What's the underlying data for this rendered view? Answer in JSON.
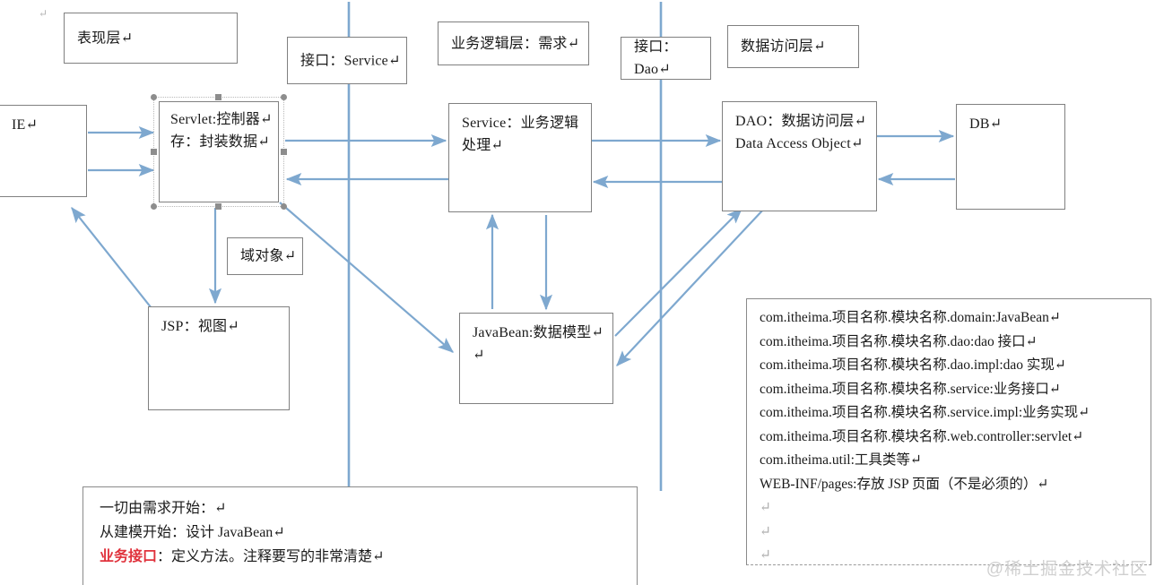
{
  "meta": {
    "title": "JavaWeb 三层架构图",
    "watermark": "@稀土掘金技术社区",
    "pilcrow": "↵"
  },
  "colors": {
    "arrow": "#7ea8cf",
    "box_border": "#808080",
    "accent_red": "#e0323c",
    "watermark": "#cfcfcf",
    "handle": "#8d8d8d",
    "background": "#ffffff"
  },
  "layer_labels": [
    {
      "id": "presentation",
      "text": "表现层↵"
    },
    {
      "id": "interface-service",
      "text": "接口：Service↵"
    },
    {
      "id": "business-logic",
      "text": "业务逻辑层：需求↵"
    },
    {
      "id": "interface-dao",
      "text": "接口：Dao↵"
    },
    {
      "id": "data-access",
      "text": "数据访问层↵"
    },
    {
      "id": "scope-object",
      "text": "域对象↵"
    }
  ],
  "nodes": [
    {
      "id": "ie",
      "text": "IE↵"
    },
    {
      "id": "servlet",
      "text": "Servlet:控制器↵\n存：封装数据↵",
      "selected": true
    },
    {
      "id": "service",
      "text": "Service：业务逻辑\n处理↵"
    },
    {
      "id": "dao",
      "text": "DAO：数据访问层↵\nData Access Object↵"
    },
    {
      "id": "db",
      "text": "DB↵"
    },
    {
      "id": "jsp",
      "text": "JSP：视图↵"
    },
    {
      "id": "javabean",
      "text": "JavaBean:数据模型↵\n↵"
    }
  ],
  "package_list": {
    "lines": [
      "com.itheima.项目名称.模块名称.domain:JavaBean↵",
      "com.itheima.项目名称.模块名称.dao:dao 接口↵",
      "com.itheima.项目名称.模块名称.dao.impl:dao 实现↵",
      "com.itheima.项目名称.模块名称.service:业务接口↵",
      "com.itheima.项目名称.模块名称.service.impl:业务实现↵",
      "com.itheima.项目名称.模块名称.web.controller:servlet↵",
      "com.itheima.util:工具类等↵",
      "WEB-INF/pages:存放 JSP 页面（不是必须的）↵",
      "↵",
      "↵",
      "↵"
    ]
  },
  "note_box": {
    "lines": [
      {
        "text": "一切由需求开始：↵",
        "accent": ""
      },
      {
        "text": "从建模开始：设计 JavaBean↵",
        "accent": ""
      },
      {
        "text": "：定义方法。注释要写的非常清楚↵",
        "accent": "业务接口"
      }
    ]
  }
}
